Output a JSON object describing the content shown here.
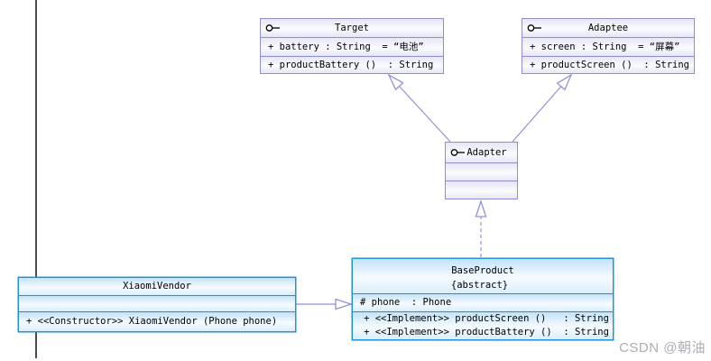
{
  "watermark": "CSDN @朝油",
  "colors": {
    "iface_border": "#8f8fd0",
    "class_border": "#2090d8",
    "connector_color": "#9292da",
    "guide_color": "#4a4a4a"
  },
  "classes": {
    "target": {
      "name": "Target",
      "kind": "interface",
      "attributes": [
        "+ battery : String  = “电池”"
      ],
      "methods": [
        "+ productBattery ()  : String"
      ]
    },
    "adaptee": {
      "name": "Adaptee",
      "kind": "interface",
      "attributes": [
        "+ screen : String  = “屏幕”"
      ],
      "methods": [
        "+ productScreen ()  : String"
      ]
    },
    "adapter": {
      "name": "Adapter",
      "kind": "interface",
      "attributes": [],
      "methods": []
    },
    "base_product": {
      "name": "BaseProduct",
      "kind": "class",
      "modifier": "{abstract}",
      "attributes": [
        "# phone  : Phone"
      ],
      "methods": [
        "+ <<Implement>> productScreen ()   : String",
        "+ <<Implement>> productBattery ()  : String"
      ]
    },
    "xiaomi_vendor": {
      "name": "XiaomiVendor",
      "kind": "class",
      "attributes": [],
      "methods": [
        "+ <<Constructor>> XiaomiVendor (Phone phone)"
      ]
    }
  },
  "relationships": [
    {
      "type": "generalization",
      "from": "Adapter",
      "to": "Target",
      "line": "solid"
    },
    {
      "type": "generalization",
      "from": "Adapter",
      "to": "Adaptee",
      "line": "solid"
    },
    {
      "type": "realization",
      "from": "BaseProduct",
      "to": "Adapter",
      "line": "dashed"
    },
    {
      "type": "generalization",
      "from": "XiaomiVendor",
      "to": "BaseProduct",
      "line": "solid"
    }
  ]
}
